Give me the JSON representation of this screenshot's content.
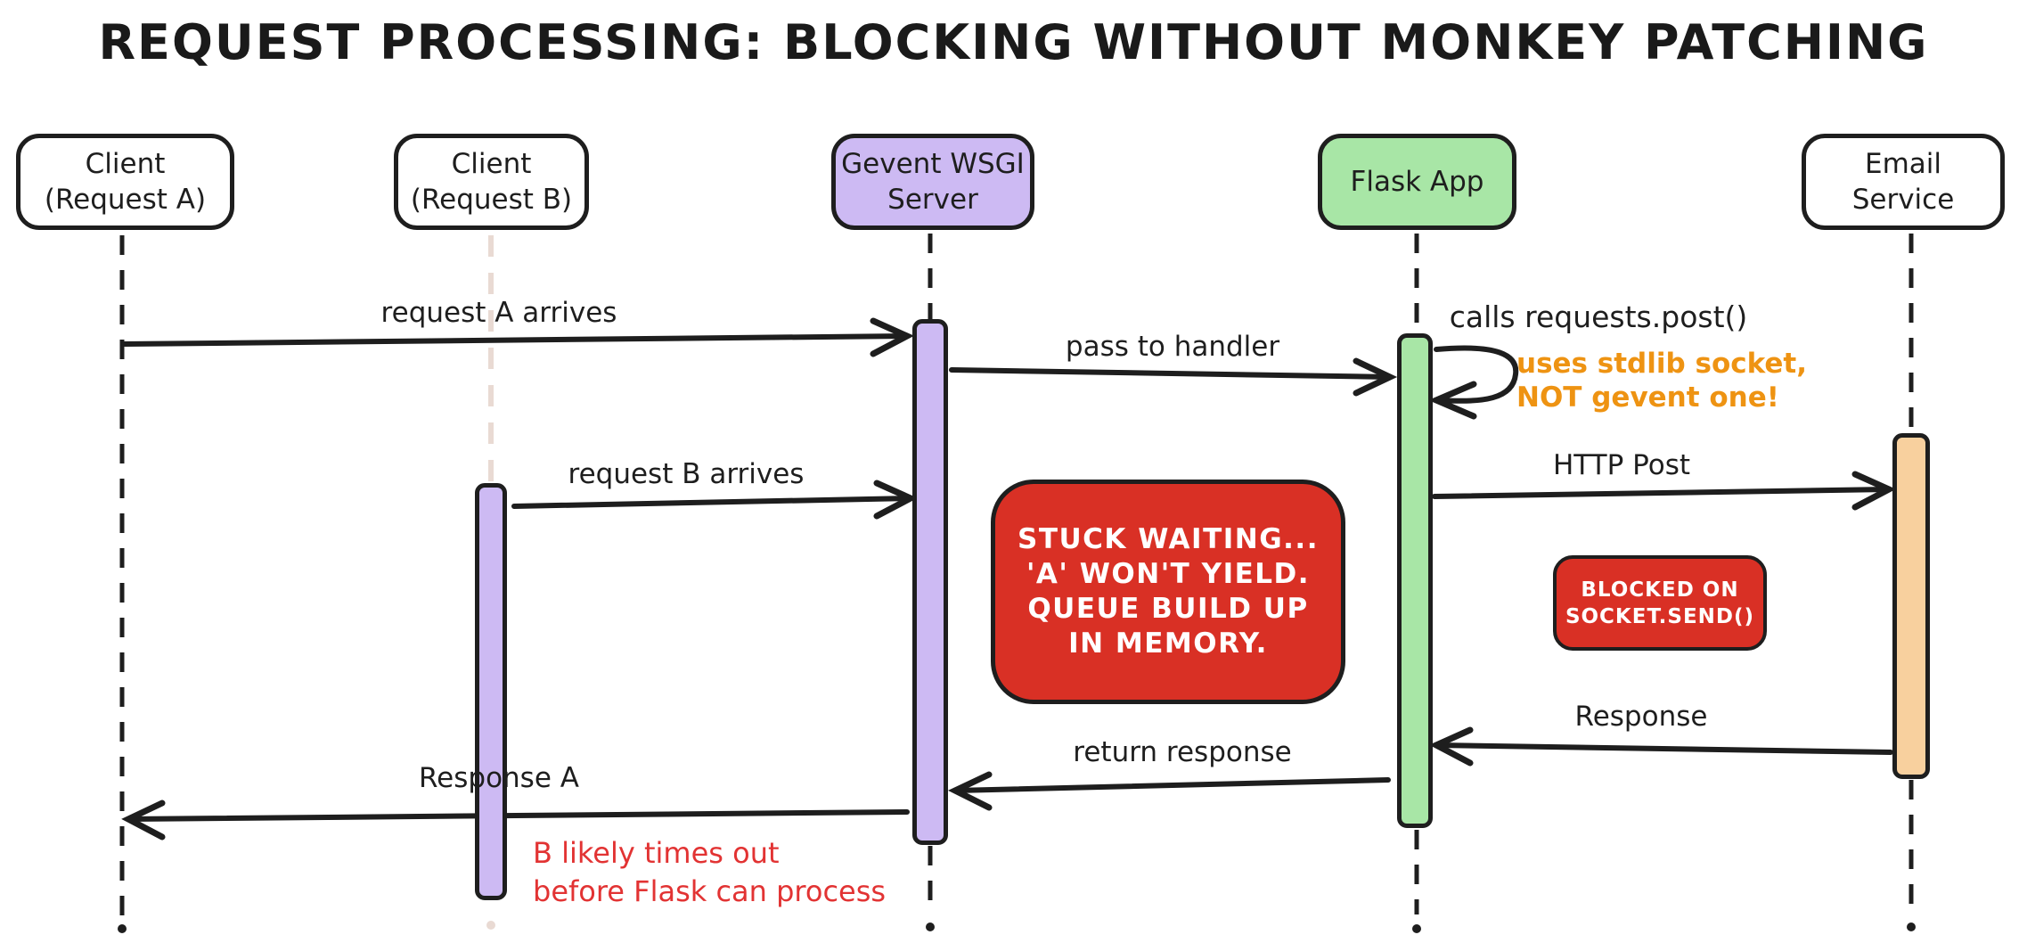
{
  "title": "REQUEST PROCESSING: BLOCKING WITHOUT MONKEY PATCHING",
  "actors": {
    "client_a": {
      "line1": "Client",
      "line2": "(Request A)"
    },
    "client_b": {
      "line1": "Client",
      "line2": "(Request B)"
    },
    "gevent_server": {
      "line1": "Gevent WSGI",
      "line2": "Server"
    },
    "flask_app": {
      "label": "Flask App"
    },
    "email_service": {
      "line1": "Email",
      "line2": "Service"
    }
  },
  "messages": {
    "request_a_arrives": "request A arrives",
    "pass_to_handler": "pass to handler",
    "calls_requests_post": "calls requests.post()",
    "request_b_arrives": "request B arrives",
    "http_post": "HTTP Post",
    "response": "Response",
    "return_response": "return response",
    "response_a": "Response A"
  },
  "notes": {
    "stdlib_socket": {
      "line1": "uses stdlib socket,",
      "line2": "NOT gevent one!"
    },
    "stuck_waiting": {
      "line1": "STUCK WAITING...",
      "line2": "'A' WON'T YIELD.",
      "line3": "QUEUE BUILD UP",
      "line4": "IN MEMORY."
    },
    "blocked_on": {
      "line1": "BLOCKED ON",
      "line2": "SOCKET.SEND()"
    },
    "b_timeout": {
      "line1": "B likely times out",
      "line2": "before Flask can process"
    }
  },
  "colors": {
    "activation_purple": "#cdbaf3",
    "activation_green": "#a8e6a6",
    "activation_orange": "#f8d09e",
    "note_red": "#d93025",
    "warning_orange_text": "#ee9312",
    "timeout_red_text": "#e23333",
    "line_black": "#1e1e1e",
    "faded_lifeline_pink": "#e9dad3"
  }
}
